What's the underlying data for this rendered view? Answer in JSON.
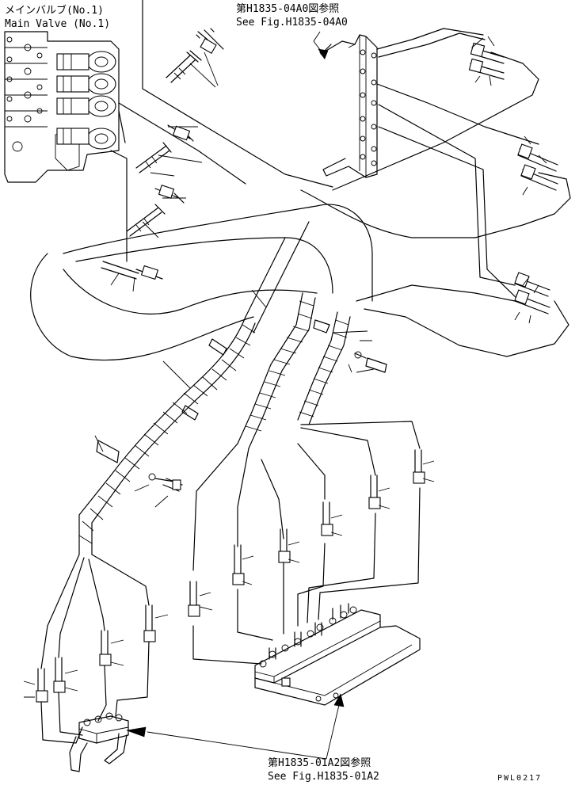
{
  "labels": {
    "main_valve_jp": "メインバルブ(No.1)",
    "main_valve_en": "Main Valve (No.1)",
    "ref_top_jp": "第H1835-04A0図参照",
    "ref_top_en": "See Fig.H1835-04A0",
    "ref_bottom_jp": "第H1835-01A2図参照",
    "ref_bottom_en": "See Fig.H1835-01A2",
    "drawing_code": "PWL0217"
  }
}
